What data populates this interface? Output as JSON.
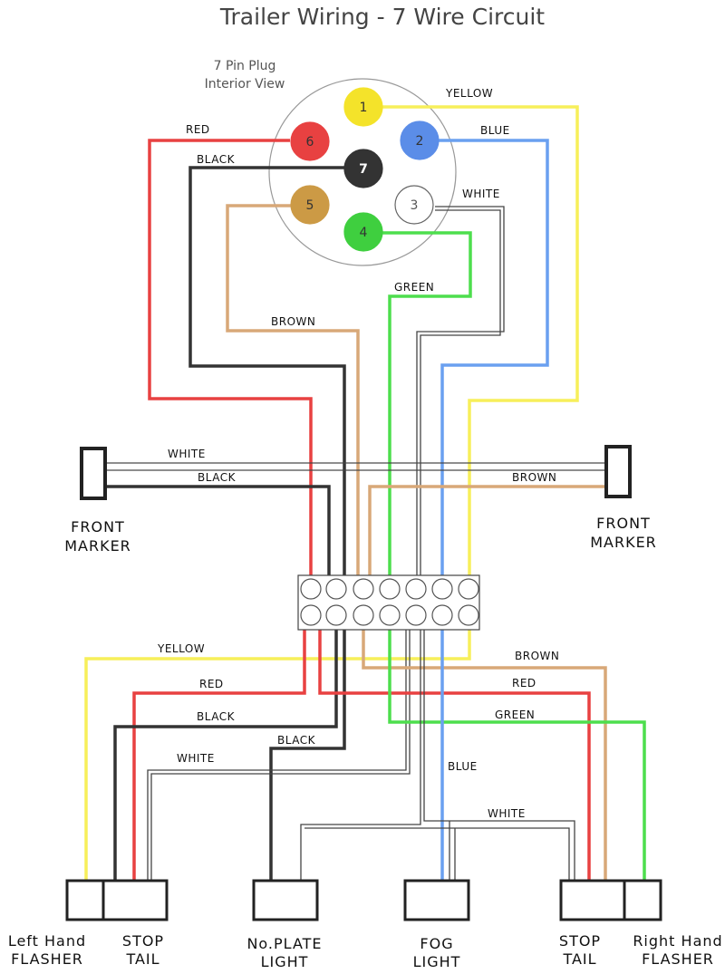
{
  "title": "Trailer Wiring - 7 Wire Circuit",
  "plug": {
    "label_line1": "7 Pin Plug",
    "label_line2": "Interior View",
    "pins": [
      {
        "num": "1",
        "color": "#f4e32a"
      },
      {
        "num": "2",
        "color": "#5b8de8"
      },
      {
        "num": "3",
        "color": "#ffffff"
      },
      {
        "num": "4",
        "color": "#3fcf3f"
      },
      {
        "num": "5",
        "color": "#cc9a45"
      },
      {
        "num": "6",
        "color": "#e84141"
      },
      {
        "num": "7",
        "color": "#333333"
      }
    ]
  },
  "wire_colors": {
    "red": "#e84141",
    "black": "#333333",
    "brown": "#d8a878",
    "green": "#4dde4d",
    "white": "#555555",
    "blue": "#6aa0f0",
    "yellow": "#f7ef5a"
  },
  "wire_labels": {
    "plug_yellow": "YELLOW",
    "plug_blue": "BLUE",
    "plug_red": "RED",
    "plug_black": "BLACK",
    "plug_white": "WHITE",
    "plug_green": "GREEN",
    "plug_brown": "BROWN",
    "marker_white": "WHITE",
    "marker_black": "BLACK",
    "marker_brown": "BROWN",
    "low_yellow": "YELLOW",
    "low_red_left": "RED",
    "low_black_1": "BLACK",
    "low_black_2": "BLACK",
    "low_white_left": "WHITE",
    "low_brown": "BROWN",
    "low_red_right": "RED",
    "low_green": "GREEN",
    "low_blue": "BLUE",
    "low_white_right": "WHITE"
  },
  "markers": {
    "left_line1": "FRONT",
    "left_line2": "MARKER",
    "right_line1": "FRONT",
    "right_line2": "MARKER"
  },
  "lamps": {
    "left_flasher_line1": "Left Hand",
    "left_flasher_line2": "FLASHER",
    "left_stop_line1": "STOP",
    "left_stop_line2": "TAIL",
    "plate_line1": "No.PLATE",
    "plate_line2": "LIGHT",
    "fog_line1": "FOG",
    "fog_line2": "LIGHT",
    "right_stop_line1": "STOP",
    "right_stop_line2": "TAIL",
    "right_flasher_line1": "Right Hand",
    "right_flasher_line2": "FLASHER"
  }
}
